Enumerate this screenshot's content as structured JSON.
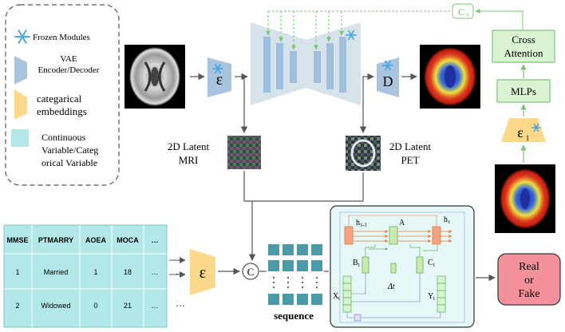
{
  "legend": {
    "frozen": "Frozen Modules",
    "vae_line1": "VAE",
    "vae_line2": "Encoder/Decoder",
    "cat_line1": "categarical",
    "cat_line2": "embeddings",
    "cont_line1": "Continuous",
    "cont_line2": "Variable/Categ",
    "cont_line3": "orical Variable"
  },
  "blocks": {
    "encoder_symbol": "ε",
    "decoder_symbol": "D",
    "cond_encoder_symbol": "ε",
    "cond_encoder_sub": "1",
    "tab_encoder_symbol": "ε",
    "concat_symbol": "C",
    "ci_label": "C",
    "ci_sub": "i",
    "cross_attention_line1": "Cross",
    "cross_attention_line2": "Attention",
    "mlps": "MLPs",
    "real_line1": "Real",
    "real_line2": "or",
    "real_line3": "Fake",
    "sequence": "sequence",
    "latent_mri_line1": "2D Latent",
    "latent_mri_line2": "MRI",
    "latent_pet_line1": "2D Latent",
    "latent_pet_line2": "PET"
  },
  "table": {
    "headers": [
      "MMSE",
      "PTMARRY",
      "AOEA",
      "MOCA",
      "…"
    ],
    "rows": [
      [
        "1",
        "Married",
        "1",
        "18",
        "…"
      ],
      [
        "2",
        "Widowed",
        "0",
        "21",
        "…"
      ]
    ],
    "side_dots": [
      "…",
      "…"
    ]
  },
  "ssm": {
    "h_prev": "h",
    "h_prev_sub": "t-1",
    "A": "A",
    "h_t": "h",
    "h_t_sub": "t",
    "B_t": "B",
    "B_t_sub": "t",
    "C_t": "C",
    "C_t_sub": "t",
    "delta_t": "Δt",
    "X_t": "X",
    "X_t_sub": "t",
    "Y_t": "Y",
    "Y_t_sub": "t"
  },
  "colors": {
    "vae": "#a9c4de",
    "unet": "#d6e3ea",
    "unet_inner": "#9fbfdf",
    "categorical": "#fcd98a",
    "continuous": "#b3e6e6",
    "mlp_green": "#d9f2d0",
    "green_border": "#7cc576",
    "real_fake": "#f4919b",
    "ssm_bg": "#e6f7f7",
    "table_bg": "#b3e8e8",
    "seq_cell": "#4a9aa8"
  }
}
